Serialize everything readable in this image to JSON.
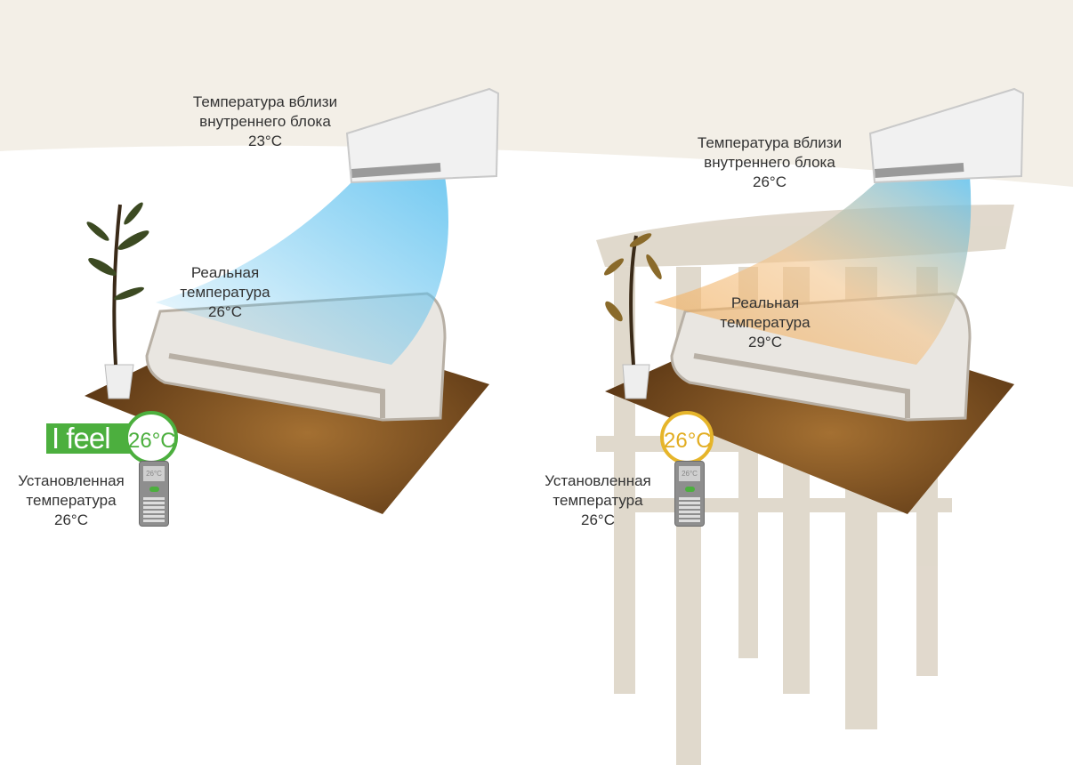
{
  "left_scene": {
    "indoor_unit_label": "Температура вблизи внутреннего блока",
    "indoor_unit_temp": "23°C",
    "real_label": "Реальная температура",
    "real_temp": "26°C",
    "badge_text": "I feel",
    "badge_temp": "26°C",
    "remote_display": "26°C",
    "set_label": "Установленная температура",
    "set_temp": "26°C"
  },
  "right_scene": {
    "indoor_unit_label": "Температура вблизи внутреннего блока",
    "indoor_unit_temp": "26°C",
    "real_label": "Реальная температура",
    "real_temp": "29°C",
    "badge_temp": "26°C",
    "remote_display": "26°C",
    "set_label": "Установленная температура",
    "set_temp": "26°C"
  },
  "colors": {
    "ifeel_green": "#4caf3e",
    "standard_yellow": "#e6b52a",
    "cool_air": "#6fc6ef",
    "warm_air": "#f0b060",
    "rug": "#7a4f22"
  }
}
